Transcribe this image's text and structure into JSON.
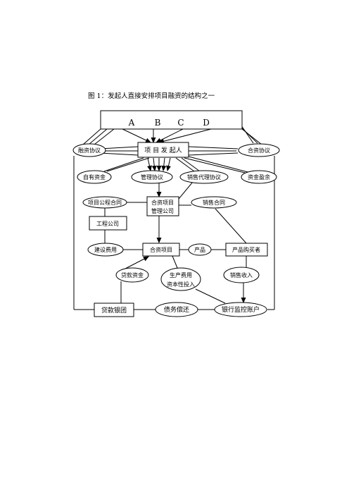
{
  "figure": {
    "caption": "图 1：发起人直接安排项目融资的结构之一",
    "investors": [
      "A",
      "B",
      "C",
      "D"
    ],
    "sponsor": "项 目 发 起人",
    "financing_agreement": "融资协议",
    "jv_agreement": "合资协议",
    "own_funds": "自有资金",
    "management_agreement": "管理协议",
    "sales_agency_agreement": "销售代理协议",
    "surplus_funds": "资金盈余",
    "project_epc_contract": "项目公程合同",
    "jv_mgmt_company_line1": "合资项目",
    "jv_mgmt_company_line2": "管理公司",
    "sales_contract": "销售合同",
    "engineering_company": "工程公司",
    "construction_costs": "建设费用",
    "jv_project": "合资项目",
    "product": "产品",
    "product_buyer": "产品购买者",
    "loan_funds": "贷款资金",
    "production_costs_line1": "生产费用",
    "production_costs_line2": "资本性投入",
    "sales_revenue": "销售收入",
    "lending_syndicate": "贷款银团",
    "debt_repayment": "债务偿还",
    "bank_escrow_account": "银行监控账户"
  }
}
